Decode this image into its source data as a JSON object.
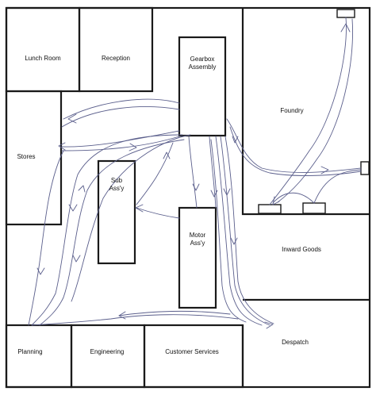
{
  "rooms": {
    "lunch_room": "Lunch Room",
    "reception": "Reception",
    "gearbox_assembly_line1": "Gearbox",
    "gearbox_assembly_line2": "Assembly",
    "foundry": "Foundry",
    "stores": "Stores",
    "sub_assy_line1": "Sub",
    "sub_assy_line2": "Ass'y",
    "motor_assy_line1": "Motor",
    "motor_assy_line2": "Ass'y",
    "inward_goods": "Inward Goods",
    "planning": "Planning",
    "engineering": "Engineering",
    "customer_services": "Customer Services",
    "despatch": "Despatch"
  },
  "colors": {
    "wall": "#1a1a1a",
    "flow_line": "#5b5f8c",
    "background": "#ffffff"
  }
}
